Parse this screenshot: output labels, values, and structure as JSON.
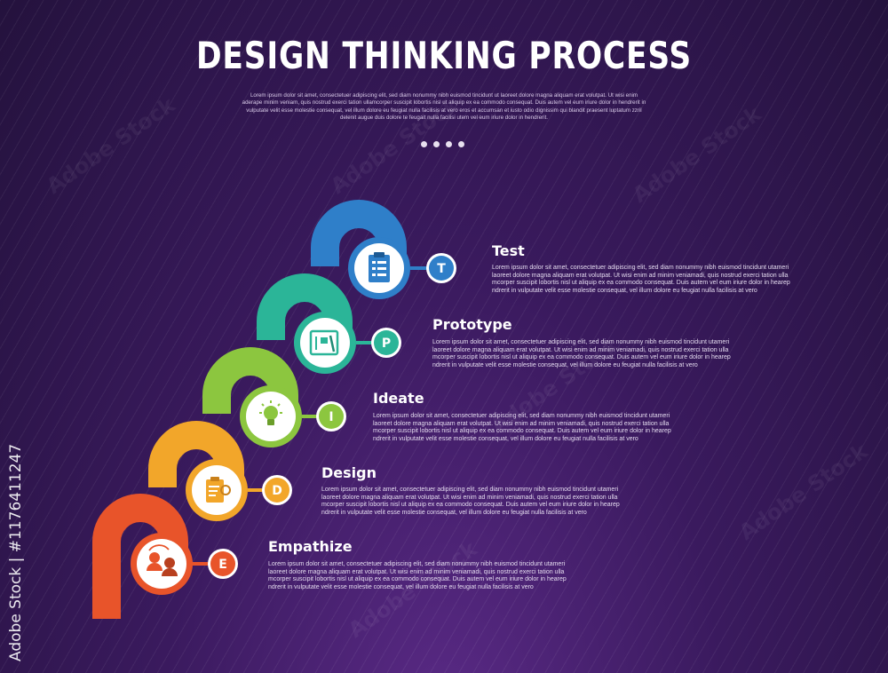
{
  "header": {
    "title": "DESIGN THINKING PROCESS",
    "subtitle": "Lorem ipsum dolor sit amet, consectetuer adipiscing elit, sed diam nonummy nibh euismod tincidunt ut laoreet dolore magna aliquam erat volutpat. Ut wisi enim aderape minim veniam, quis nostrud exerci tation ullamcorper suscipit lobortis nisl ut aliquip ex ea commodo consequat. Duis autem vel eum iriure dolor in hendrerit in vulputate velit esse molestie consequat, vel illum dolore eu feugiat nulla facilisis at vero eros et accumsan et iusto odio dignissim qui blandit praesent luptatum zzril delenit augue duis dolore te feugait nulla facilisi utem vel eum iriure dolor in hendrerit.",
    "page_dots": 4
  },
  "steps": [
    {
      "letter": "E",
      "title": "Empathize",
      "icon": "people-exchange-icon",
      "color": "#e8542a",
      "desc": "Lorem ipsum dolor sit amet, consectetuer adipiscing elit, sed diam nonummy nibh euismod tincidunt utameri laoreet dolore magna aliquam erat volutpat. Ut wisi enim ad minim veniamadi, quis nostrud exerci tation ulla mcorper suscipit lobortis nisl ut aliquip ex ea commodo consequat. Duis autem vel eum iriure dolor in hearep ndrerit in vulputate velit esse molestie consequat, vel illum dolore eu feugiat nulla facilisis at vero"
    },
    {
      "letter": "D",
      "title": "Design",
      "icon": "clipboard-search-icon",
      "color": "#f2a62a",
      "desc": "Lorem ipsum dolor sit amet, consectetuer adipiscing elit, sed diam nonummy nibh euismod tincidunt utameri laoreet dolore magna aliquam erat volutpat. Ut wisi enim ad minim veniamadi, quis nostrud exerci tation ulla mcorper suscipit lobortis nisl ut aliquip ex ea commodo consequat. Duis autem vel eum iriure dolor in hearep ndrerit in vulputate velit esse molestie consequat, vel illum dolore eu feugiat nulla facilisis at vero"
    },
    {
      "letter": "I",
      "title": "Ideate",
      "icon": "lightbulb-icon",
      "color": "#8cc63f",
      "desc": "Lorem ipsum dolor sit amet, consectetuer adipiscing elit, sed diam nonummy nibh euismod tincidunt utameri laoreet dolore magna aliquam erat volutpat. Ut wisi enim ad minim veniamadi, quis nostrud exerci tation ulla mcorper suscipit lobortis nisl ut aliquip ex ea commodo consequat. Duis autem vel eum iriure dolor in hearep ndrerit in vulputate velit esse molestie consequat, vel illum dolore eu feugiat nulla facilisis at vero"
    },
    {
      "letter": "P",
      "title": "Prototype",
      "icon": "blueprint-icon",
      "color": "#2bb598",
      "desc": "Lorem ipsum dolor sit amet, consectetuer adipiscing elit, sed diam nonummy nibh euismod tincidunt utameri laoreet dolore magna aliquam erat volutpat. Ut wisi enim ad minim veniamadi, quis nostrud exerci tation ulla mcorper suscipit lobortis nisl ut aliquip ex ea commodo consequat. Duis autem vel eum iriure dolor in hearep ndrerit in vulputate velit esse molestie consequat, vel illum dolore eu feugiat nulla facilisis at vero"
    },
    {
      "letter": "T",
      "title": "Test",
      "icon": "checklist-icon",
      "color": "#2f7fc9",
      "desc": "Lorem ipsum dolor sit amet, consectetuer adipiscing elit, sed diam nonummy nibh euismod tincidunt utameri laoreet dolore magna aliquam erat volutpat. Ut wisi enim ad minim veniamadi, quis nostrud exerci tation ulla mcorper suscipit lobortis nisl ut aliquip ex ea commodo consequat. Duis autem vel eum iriure dolor in hearep ndrerit in vulputate velit esse molestie consequat, vel illum dolore eu feugiat nulla facilisis at vero"
    }
  ],
  "watermark": {
    "side_text": "Adobe Stock | #1176411247",
    "stamp_text": "Adobe Stock"
  }
}
